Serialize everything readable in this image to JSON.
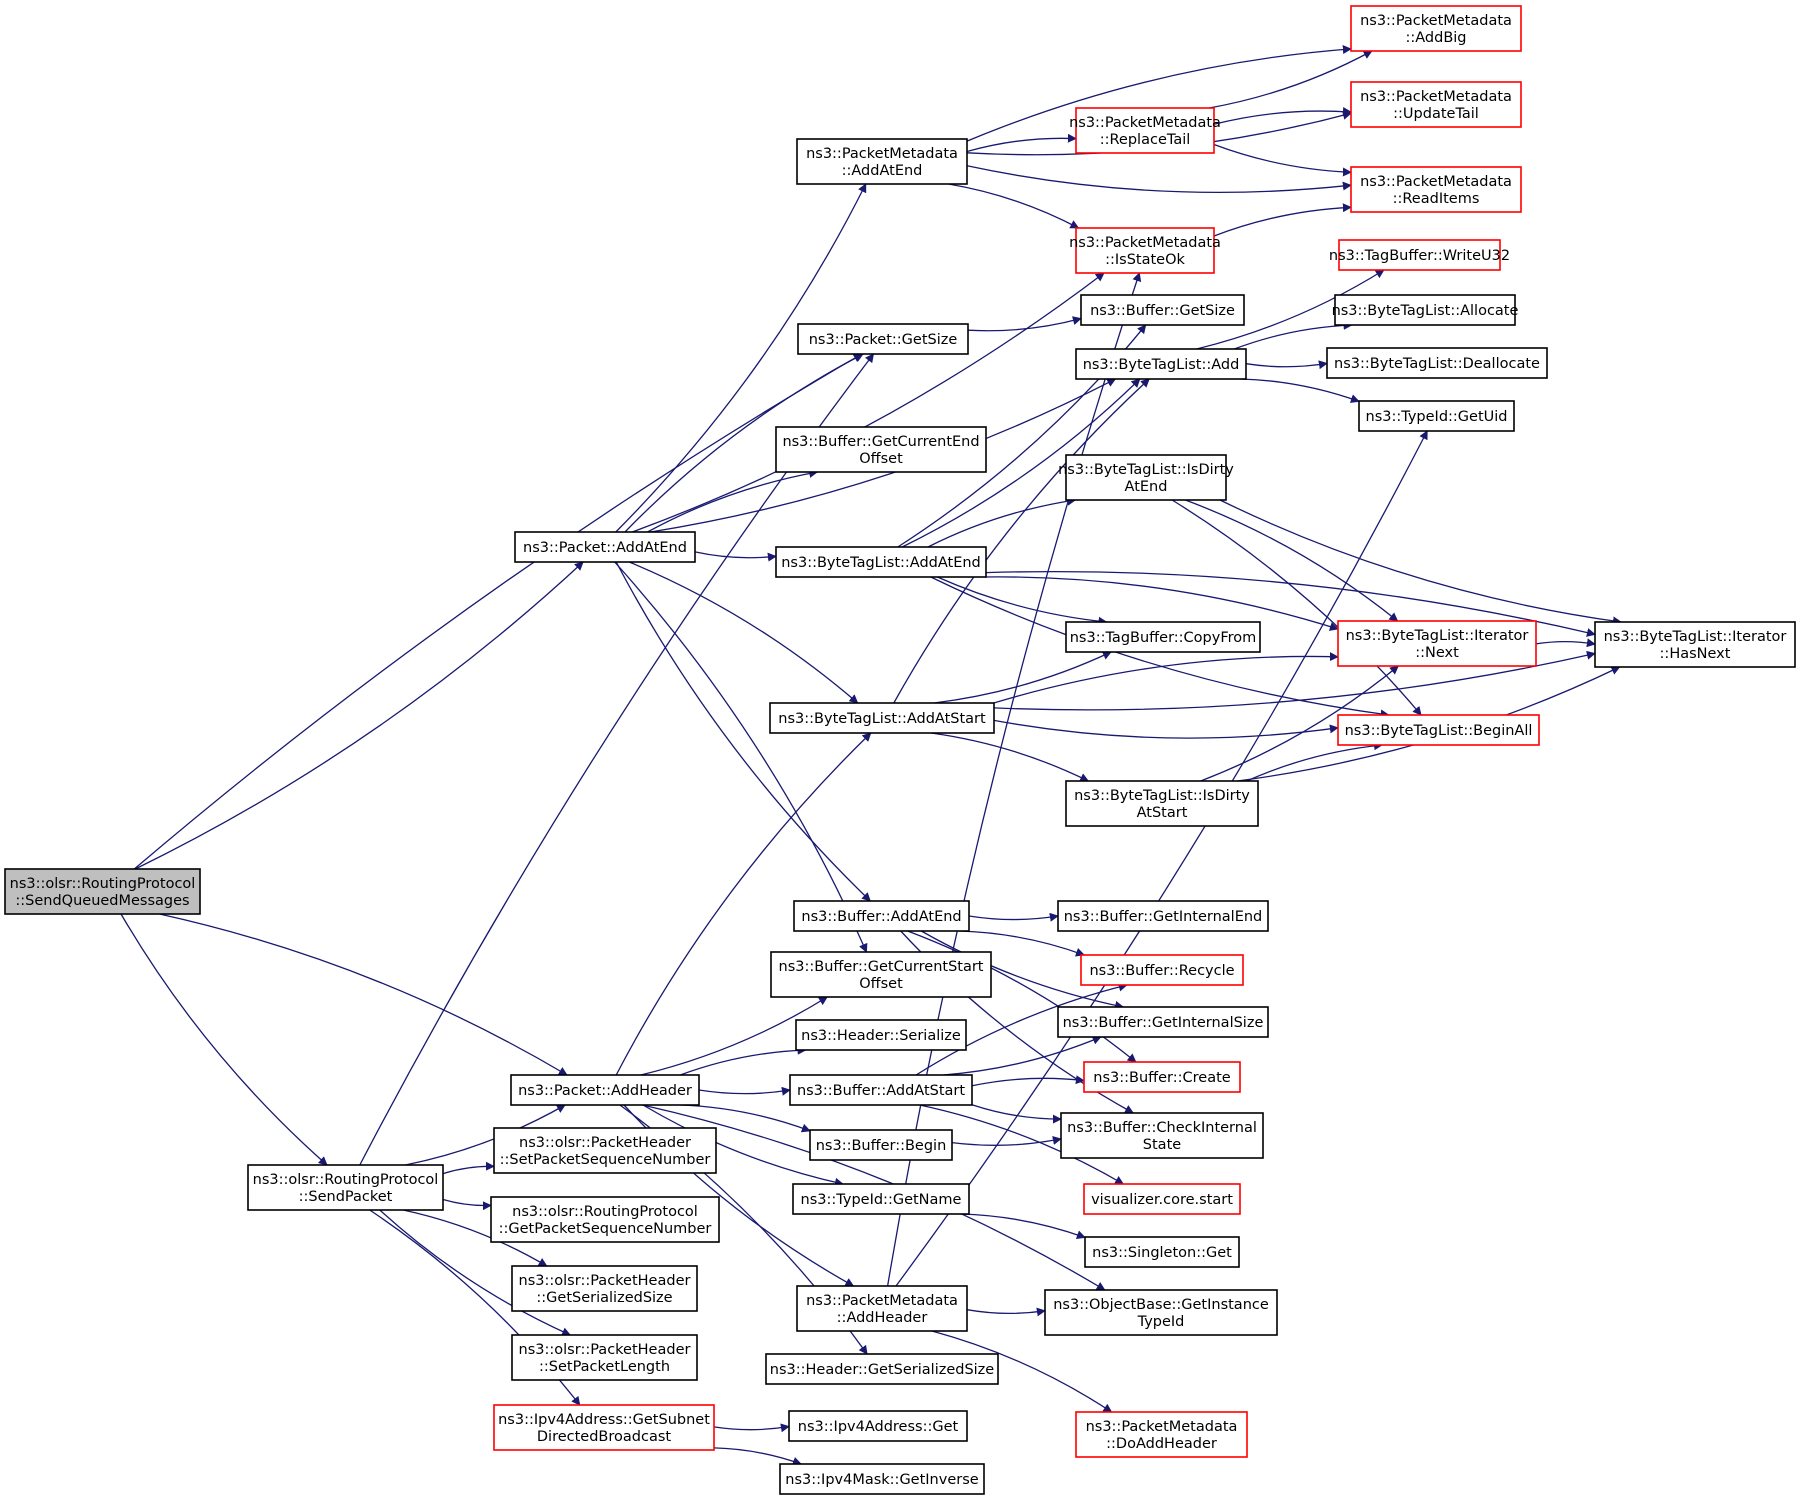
{
  "graph": {
    "nodes": [
      {
        "id": "sqm",
        "lines": [
          "ns3::olsr::RoutingProtocol",
          "::SendQueuedMessages"
        ],
        "style": "root"
      },
      {
        "id": "sendPacket",
        "lines": [
          "ns3::olsr::RoutingProtocol",
          "::SendPacket"
        ],
        "style": "normal"
      },
      {
        "id": "pAddAtEnd",
        "lines": [
          "ns3::Packet::AddAtEnd"
        ],
        "style": "normal"
      },
      {
        "id": "pGetSize",
        "lines": [
          "ns3::Packet::GetSize"
        ],
        "style": "normal"
      },
      {
        "id": "pAddHeader",
        "lines": [
          "ns3::Packet::AddHeader"
        ],
        "style": "normal"
      },
      {
        "id": "pmAddAtEnd",
        "lines": [
          "ns3::PacketMetadata",
          "::AddAtEnd"
        ],
        "style": "normal"
      },
      {
        "id": "bGetCurEnd",
        "lines": [
          "ns3::Buffer::GetCurrentEnd",
          "Offset"
        ],
        "style": "normal"
      },
      {
        "id": "btlAddAtEnd",
        "lines": [
          "ns3::ByteTagList::AddAtEnd"
        ],
        "style": "normal"
      },
      {
        "id": "btlAddAtStart",
        "lines": [
          "ns3::ByteTagList::AddAtStart"
        ],
        "style": "normal"
      },
      {
        "id": "bAddAtEnd",
        "lines": [
          "ns3::Buffer::AddAtEnd"
        ],
        "style": "normal"
      },
      {
        "id": "bGetCurStart",
        "lines": [
          "ns3::Buffer::GetCurrentStart",
          "Offset"
        ],
        "style": "normal"
      },
      {
        "id": "hSerialize",
        "lines": [
          "ns3::Header::Serialize"
        ],
        "style": "normal"
      },
      {
        "id": "bAddAtStart",
        "lines": [
          "ns3::Buffer::AddAtStart"
        ],
        "style": "normal"
      },
      {
        "id": "bBegin",
        "lines": [
          "ns3::Buffer::Begin"
        ],
        "style": "normal"
      },
      {
        "id": "tidGetName",
        "lines": [
          "ns3::TypeId::GetName"
        ],
        "style": "normal"
      },
      {
        "id": "pmAddHeader",
        "lines": [
          "ns3::PacketMetadata",
          "::AddHeader"
        ],
        "style": "normal"
      },
      {
        "id": "hGetSerSize",
        "lines": [
          "ns3::Header::GetSerializedSize"
        ],
        "style": "normal"
      },
      {
        "id": "phSetSeq",
        "lines": [
          "ns3::olsr::PacketHeader",
          "::SetPacketSequenceNumber"
        ],
        "style": "normal"
      },
      {
        "id": "rpGetSeq",
        "lines": [
          "ns3::olsr::RoutingProtocol",
          "::GetPacketSequenceNumber"
        ],
        "style": "normal"
      },
      {
        "id": "phGetSerSize",
        "lines": [
          "ns3::olsr::PacketHeader",
          "::GetSerializedSize"
        ],
        "style": "normal"
      },
      {
        "id": "phSetLen",
        "lines": [
          "ns3::olsr::PacketHeader",
          "::SetPacketLength"
        ],
        "style": "normal"
      },
      {
        "id": "ipv4Subnet",
        "lines": [
          "ns3::Ipv4Address::GetSubnet",
          "DirectedBroadcast"
        ],
        "style": "red"
      },
      {
        "id": "ipv4Get",
        "lines": [
          "ns3::Ipv4Address::Get"
        ],
        "style": "normal"
      },
      {
        "id": "maskInv",
        "lines": [
          "ns3::Ipv4Mask::GetInverse"
        ],
        "style": "normal"
      },
      {
        "id": "pmReplaceTail",
        "lines": [
          "ns3::PacketMetadata",
          "::ReplaceTail"
        ],
        "style": "red"
      },
      {
        "id": "pmIsStateOk",
        "lines": [
          "ns3::PacketMetadata",
          "::IsStateOk"
        ],
        "style": "red"
      },
      {
        "id": "bGetSize",
        "lines": [
          "ns3::Buffer::GetSize"
        ],
        "style": "normal"
      },
      {
        "id": "btlAdd",
        "lines": [
          "ns3::ByteTagList::Add"
        ],
        "style": "normal"
      },
      {
        "id": "btlDirtyEnd",
        "lines": [
          "ns3::ByteTagList::IsDirty",
          "AtEnd"
        ],
        "style": "normal"
      },
      {
        "id": "tbCopyFrom",
        "lines": [
          "ns3::TagBuffer::CopyFrom"
        ],
        "style": "normal"
      },
      {
        "id": "btlDirtyStart",
        "lines": [
          "ns3::ByteTagList::IsDirty",
          "AtStart"
        ],
        "style": "normal"
      },
      {
        "id": "bGetIntEnd",
        "lines": [
          "ns3::Buffer::GetInternalEnd"
        ],
        "style": "normal"
      },
      {
        "id": "bRecycle",
        "lines": [
          "ns3::Buffer::Recycle"
        ],
        "style": "red"
      },
      {
        "id": "bGetIntSize",
        "lines": [
          "ns3::Buffer::GetInternalSize"
        ],
        "style": "normal"
      },
      {
        "id": "bCreate",
        "lines": [
          "ns3::Buffer::Create"
        ],
        "style": "red"
      },
      {
        "id": "bCheckInt",
        "lines": [
          "ns3::Buffer::CheckInternal",
          "State"
        ],
        "style": "normal"
      },
      {
        "id": "vizStart",
        "lines": [
          "visualizer.core.start"
        ],
        "style": "red"
      },
      {
        "id": "singletonGet",
        "lines": [
          "ns3::Singleton::Get"
        ],
        "style": "normal"
      },
      {
        "id": "obGetInstTid",
        "lines": [
          "ns3::ObjectBase::GetInstance",
          "TypeId"
        ],
        "style": "normal"
      },
      {
        "id": "pmDoAddHeader",
        "lines": [
          "ns3::PacketMetadata",
          "::DoAddHeader"
        ],
        "style": "red"
      },
      {
        "id": "pmAddBig",
        "lines": [
          "ns3::PacketMetadata",
          "::AddBig"
        ],
        "style": "red"
      },
      {
        "id": "pmUpdateTail",
        "lines": [
          "ns3::PacketMetadata",
          "::UpdateTail"
        ],
        "style": "red"
      },
      {
        "id": "pmReadItems",
        "lines": [
          "ns3::PacketMetadata",
          "::ReadItems"
        ],
        "style": "red"
      },
      {
        "id": "tbWriteU32",
        "lines": [
          "ns3::TagBuffer::WriteU32"
        ],
        "style": "red"
      },
      {
        "id": "btlAllocate",
        "lines": [
          "ns3::ByteTagList::Allocate"
        ],
        "style": "normal"
      },
      {
        "id": "btlDeallocate",
        "lines": [
          "ns3::ByteTagList::Deallocate"
        ],
        "style": "normal"
      },
      {
        "id": "tidGetUid",
        "lines": [
          "ns3::TypeId::GetUid"
        ],
        "style": "normal"
      },
      {
        "id": "itNext",
        "lines": [
          "ns3::ByteTagList::Iterator",
          "::Next"
        ],
        "style": "red"
      },
      {
        "id": "itHasNext",
        "lines": [
          "ns3::ByteTagList::Iterator",
          "::HasNext"
        ],
        "style": "normal"
      },
      {
        "id": "btlBeginAll",
        "lines": [
          "ns3::ByteTagList::BeginAll"
        ],
        "style": "red"
      }
    ],
    "edges": [
      [
        "sqm",
        "pGetSize"
      ],
      [
        "sqm",
        "pAddAtEnd"
      ],
      [
        "sqm",
        "pAddHeader"
      ],
      [
        "sqm",
        "sendPacket"
      ],
      [
        "sendPacket",
        "pGetSize"
      ],
      [
        "sendPacket",
        "pAddHeader"
      ],
      [
        "sendPacket",
        "phSetSeq"
      ],
      [
        "sendPacket",
        "rpGetSeq"
      ],
      [
        "sendPacket",
        "phGetSerSize"
      ],
      [
        "sendPacket",
        "phSetLen"
      ],
      [
        "sendPacket",
        "ipv4Subnet"
      ],
      [
        "pAddAtEnd",
        "pmAddAtEnd"
      ],
      [
        "pAddAtEnd",
        "pGetSize"
      ],
      [
        "pAddAtEnd",
        "btlAdd"
      ],
      [
        "pAddAtEnd",
        "bGetCurEnd"
      ],
      [
        "pAddAtEnd",
        "btlAddAtEnd"
      ],
      [
        "pAddAtEnd",
        "btlAddAtStart"
      ],
      [
        "pAddAtEnd",
        "bAddAtEnd"
      ],
      [
        "pAddAtEnd",
        "bGetCurStart"
      ],
      [
        "pAddAtEnd",
        "pmIsStateOk"
      ],
      [
        "pAddHeader",
        "btlAddAtStart"
      ],
      [
        "pAddHeader",
        "bGetCurStart"
      ],
      [
        "pAddHeader",
        "hSerialize"
      ],
      [
        "pAddHeader",
        "bAddAtStart"
      ],
      [
        "pAddHeader",
        "bBegin"
      ],
      [
        "pAddHeader",
        "tidGetName"
      ],
      [
        "pAddHeader",
        "obGetInstTid"
      ],
      [
        "pAddHeader",
        "pmAddHeader"
      ],
      [
        "pAddHeader",
        "hGetSerSize"
      ],
      [
        "pGetSize",
        "bGetSize"
      ],
      [
        "pmAddAtEnd",
        "pmAddBig"
      ],
      [
        "pmAddAtEnd",
        "pmUpdateTail"
      ],
      [
        "pmAddAtEnd",
        "pmReplaceTail"
      ],
      [
        "pmAddAtEnd",
        "pmReadItems"
      ],
      [
        "pmAddAtEnd",
        "pmIsStateOk"
      ],
      [
        "pmReplaceTail",
        "pmAddBig"
      ],
      [
        "pmReplaceTail",
        "pmUpdateTail"
      ],
      [
        "pmReplaceTail",
        "pmReadItems"
      ],
      [
        "pmIsStateOk",
        "pmReadItems"
      ],
      [
        "btlAdd",
        "tbWriteU32"
      ],
      [
        "btlAdd",
        "btlAllocate"
      ],
      [
        "btlAdd",
        "btlDeallocate"
      ],
      [
        "btlAdd",
        "tidGetUid"
      ],
      [
        "btlAddAtEnd",
        "btlAdd"
      ],
      [
        "btlAddAtEnd",
        "btlDirtyEnd"
      ],
      [
        "btlAddAtEnd",
        "tbCopyFrom"
      ],
      [
        "btlAddAtEnd",
        "itNext"
      ],
      [
        "btlAddAtEnd",
        "btlBeginAll"
      ],
      [
        "btlAddAtEnd",
        "itHasNext"
      ],
      [
        "btlAddAtEnd",
        "bGetSize"
      ],
      [
        "btlAddAtStart",
        "btlAdd"
      ],
      [
        "btlAddAtStart",
        "tbCopyFrom"
      ],
      [
        "btlAddAtStart",
        "itNext"
      ],
      [
        "btlAddAtStart",
        "btlBeginAll"
      ],
      [
        "btlAddAtStart",
        "btlDirtyStart"
      ],
      [
        "btlAddAtStart",
        "itHasNext"
      ],
      [
        "btlDirtyEnd",
        "itNext"
      ],
      [
        "btlDirtyEnd",
        "itHasNext"
      ],
      [
        "btlDirtyEnd",
        "btlBeginAll"
      ],
      [
        "btlDirtyStart",
        "itNext"
      ],
      [
        "btlDirtyStart",
        "btlBeginAll"
      ],
      [
        "btlDirtyStart",
        "itHasNext"
      ],
      [
        "itNext",
        "itHasNext"
      ],
      [
        "bAddAtEnd",
        "bGetIntEnd"
      ],
      [
        "bAddAtEnd",
        "bRecycle"
      ],
      [
        "bAddAtEnd",
        "bGetIntSize"
      ],
      [
        "bAddAtEnd",
        "bCreate"
      ],
      [
        "bAddAtEnd",
        "bCheckInt"
      ],
      [
        "bAddAtStart",
        "bRecycle"
      ],
      [
        "bAddAtStart",
        "bGetIntSize"
      ],
      [
        "bAddAtStart",
        "bCreate"
      ],
      [
        "bAddAtStart",
        "bCheckInt"
      ],
      [
        "bAddAtStart",
        "vizStart"
      ],
      [
        "bBegin",
        "bCheckInt"
      ],
      [
        "tidGetName",
        "singletonGet"
      ],
      [
        "pmAddHeader",
        "obGetInstTid"
      ],
      [
        "pmAddHeader",
        "pmDoAddHeader"
      ],
      [
        "pmAddHeader",
        "tidGetUid"
      ],
      [
        "pmAddHeader",
        "pmIsStateOk"
      ],
      [
        "ipv4Subnet",
        "ipv4Get"
      ],
      [
        "ipv4Subnet",
        "maskInv"
      ]
    ]
  }
}
